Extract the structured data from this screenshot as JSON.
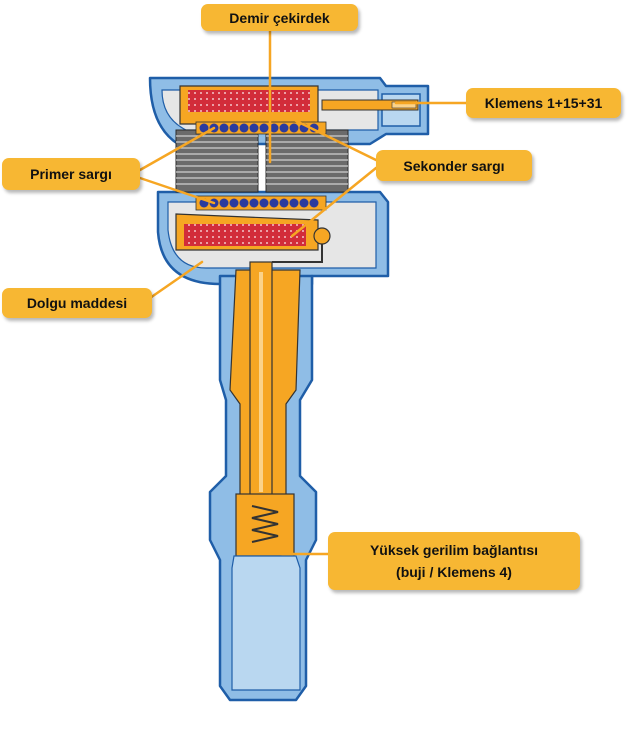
{
  "labels": {
    "demir_cekirdek": "Demir çekirdek",
    "klemens": "Klemens 1+15+31",
    "primer_sargi": "Primer sargı",
    "sekonder_sargi": "Sekonder sargı",
    "dolgu_maddesi": "Dolgu maddesi",
    "yuksek_gerilim_line1": "Yüksek gerilim bağlantısı",
    "yuksek_gerilim_line2": "(buji / Klemens 4)"
  },
  "colors": {
    "label_fill": "#f7b733",
    "housing_blue": "#8fbde6",
    "outline_blue": "#1f5ea8",
    "orange": "#f6a623",
    "filler_gray": "#e6e6e6",
    "coil_red": "#d22c3a",
    "coil_blue": "#2b3b9e",
    "core_gray": "#6b6b6b"
  }
}
